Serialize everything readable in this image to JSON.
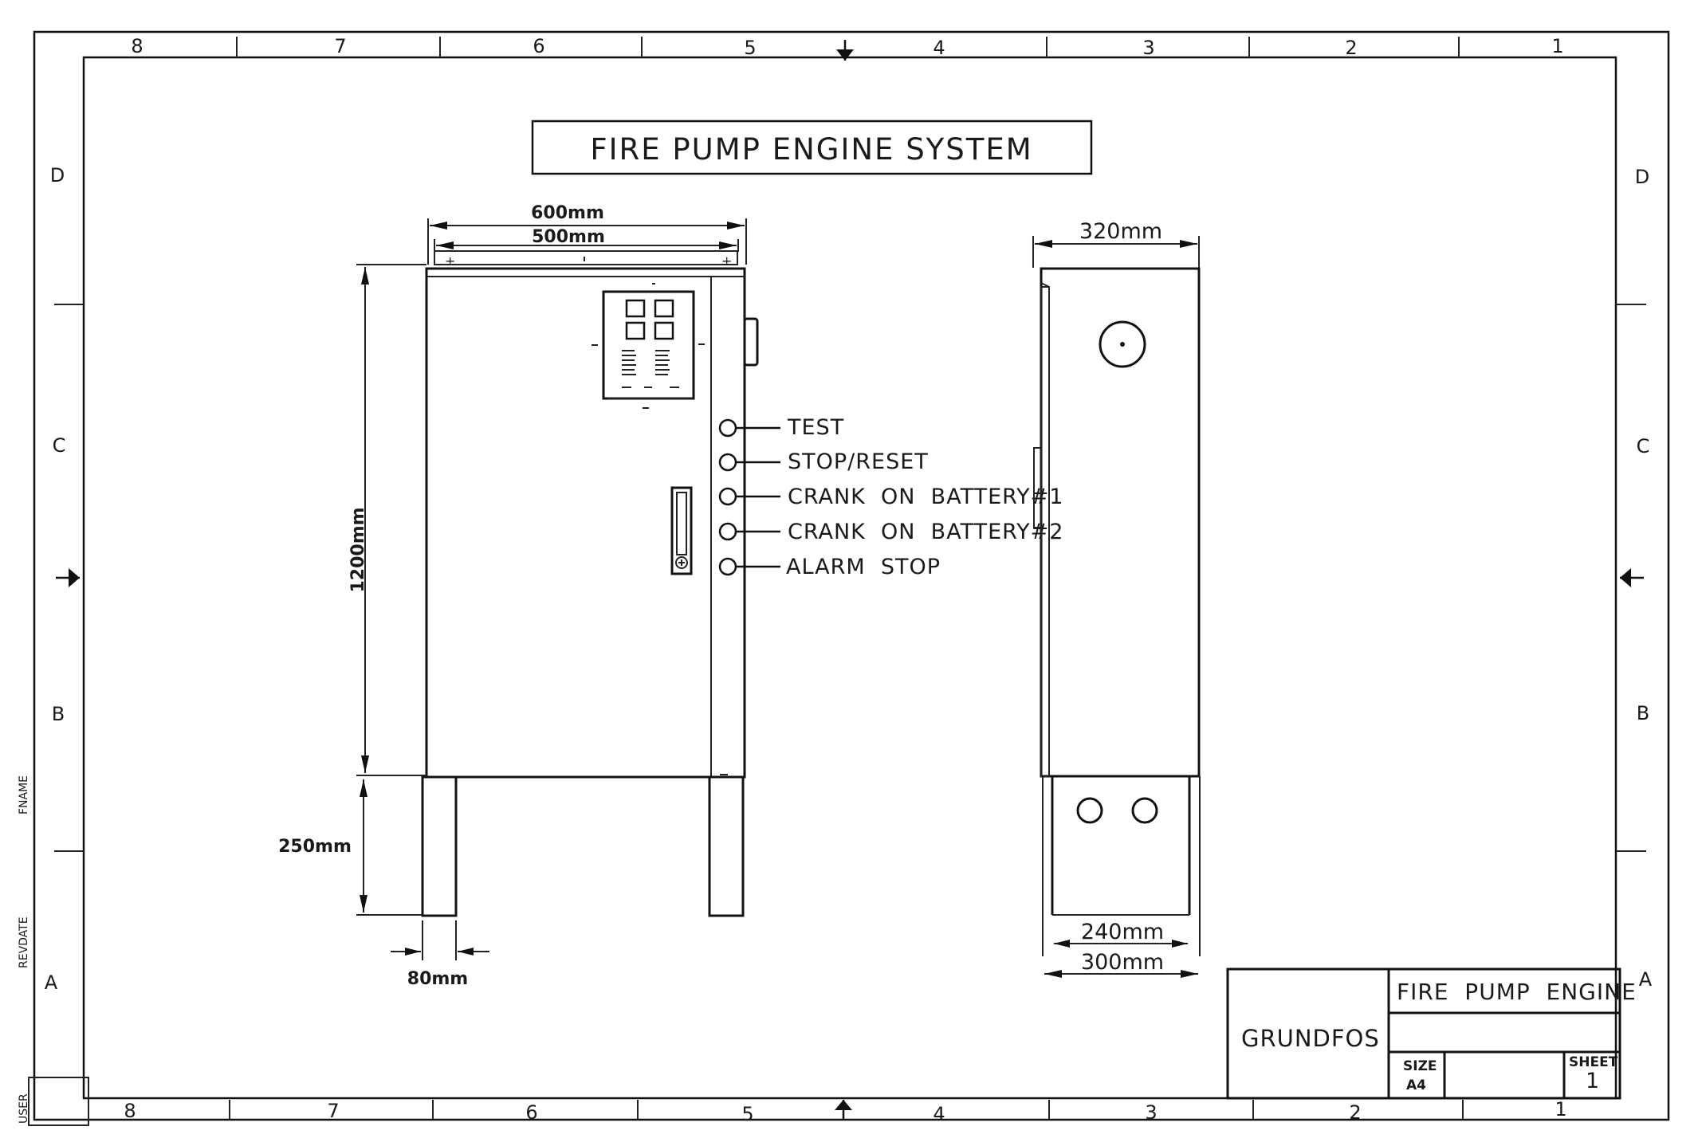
{
  "drawing": {
    "title": "FIRE PUMP ENGINE SYSTEM",
    "zone_columns_top": [
      "8",
      "7",
      "6",
      "5",
      "4",
      "3",
      "2",
      "1"
    ],
    "zone_columns_bottom": [
      "8",
      "7",
      "6",
      "5",
      "4",
      "3",
      "2",
      "1"
    ],
    "zone_rows": [
      "D",
      "C",
      "B",
      "A"
    ],
    "side_labels": {
      "fname": "FNAME",
      "revdate": "REVDATE",
      "user": "USER"
    }
  },
  "front_view": {
    "dims": {
      "width_outer": "600mm",
      "width_inner": "500mm",
      "height_body": "1200mm",
      "height_legs": "250mm",
      "leg_width": "80mm"
    },
    "buttons": [
      {
        "label": "TEST"
      },
      {
        "label": "STOP/RESET"
      },
      {
        "label": "CRANK  ON  BATTERY#1"
      },
      {
        "label": "CRANK  ON  BATTERY#2"
      },
      {
        "label": "ALARM  STOP"
      }
    ]
  },
  "side_view": {
    "dims": {
      "depth_top": "320mm",
      "base_inner": "240mm",
      "base_outer": "300mm"
    }
  },
  "title_block": {
    "company": "GRUNDFOS",
    "drawing_title": "FIRE  PUMP  ENGINE",
    "size_label": "SIZE",
    "size_value": "A4",
    "sheet_label": "SHEET",
    "sheet_value": "1"
  }
}
